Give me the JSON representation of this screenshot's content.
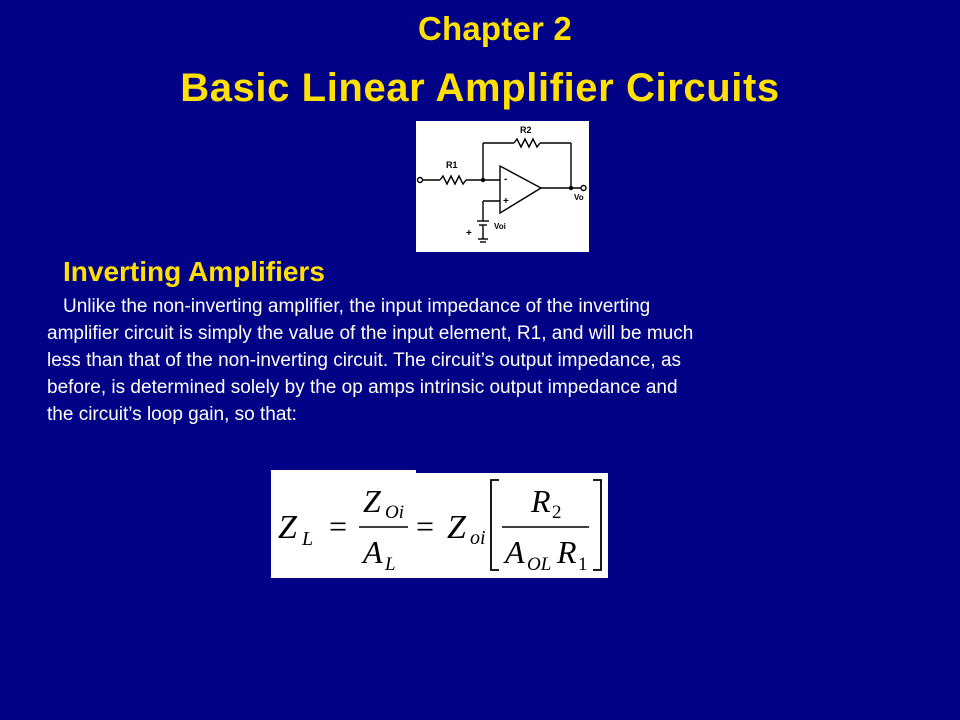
{
  "slide": {
    "chapter": "Chapter 2",
    "title": "Basic Linear Amplifier Circuits",
    "heading": "Inverting Amplifiers",
    "body_lines": [
      "Unlike the non-inverting amplifier, the input impedance of the inverting",
      "amplifier circuit is simply the value of the input element, R1, and will be much",
      "less than that of the non-inverting circuit. The circuit’s output impedance, as",
      "before, is determined solely by the op amps intrinsic output impedance and",
      "the circuit’s loop gain, so that:"
    ]
  },
  "circuit_labels": {
    "r1": "R1",
    "r2": "R2",
    "vo": "Vo",
    "voi": "Voi",
    "minus": "-",
    "plus": "+",
    "battery_plus": "+"
  },
  "formula": {
    "z": "Z",
    "l_sub": "L",
    "eq": "=",
    "z_oi_upper": "Z",
    "oi_upper_sub": "Oi",
    "a": "A",
    "z_oi_lower": "Z",
    "oi_lower_sub": "oi",
    "r": "R",
    "two": "2",
    "ol_sub": "OL",
    "one": "1"
  }
}
